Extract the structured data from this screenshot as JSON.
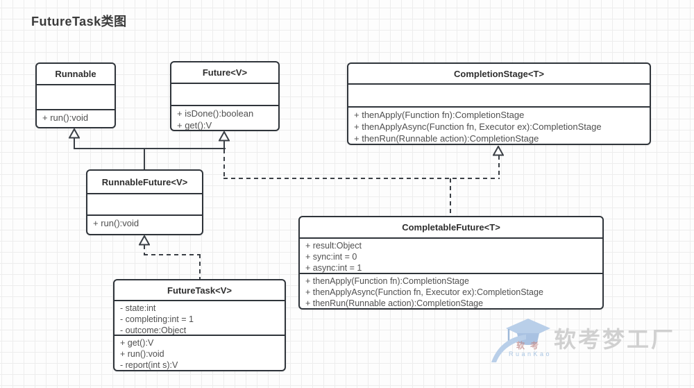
{
  "title": "FutureTask类图",
  "classes": [
    {
      "name": "Runnable",
      "attributes": [],
      "methods": [
        "+ run():void"
      ]
    },
    {
      "name": "Future<V>",
      "attributes": [],
      "methods": [
        "+ isDone():boolean",
        "+ get():V"
      ]
    },
    {
      "name": "CompletionStage<T>",
      "attributes": [],
      "methods": [
        "+ thenApply(Function fn):CompletionStage",
        "+ thenApplyAsync(Function fn, Executor ex):CompletionStage",
        "+ thenRun(Runnable action):CompletionStage"
      ]
    },
    {
      "name": "RunnableFuture<V>",
      "attributes": [],
      "methods": [
        "+ run():void"
      ]
    },
    {
      "name": "CompletableFuture<T>",
      "attributes": [
        "+ result:Object",
        "+ sync:int = 0",
        "+ async:int = 1"
      ],
      "methods": [
        "+ thenApply(Function fn):CompletionStage",
        "+ thenApplyAsync(Function fn, Executor ex):CompletionStage",
        "+ thenRun(Runnable action):CompletionStage"
      ]
    },
    {
      "name": "FutureTask<V>",
      "attributes": [
        "- state:int",
        "- completing:int = 1",
        "- outcome:Object"
      ],
      "methods": [
        "+ get():V",
        "+ run():void",
        "- report(int s):V"
      ]
    }
  ],
  "relationships": [
    {
      "from": "RunnableFuture<V>",
      "to": "Runnable",
      "type": "generalization",
      "line": "solid"
    },
    {
      "from": "RunnableFuture<V>",
      "to": "Future<V>",
      "type": "generalization",
      "line": "solid"
    },
    {
      "from": "CompletableFuture<T>",
      "to": "Future<V>",
      "type": "realization",
      "line": "dashed"
    },
    {
      "from": "CompletableFuture<T>",
      "to": "CompletionStage<T>",
      "type": "realization",
      "line": "dashed"
    },
    {
      "from": "FutureTask<V>",
      "to": "RunnableFuture<V>",
      "type": "realization",
      "line": "dashed"
    }
  ],
  "watermark": {
    "brand_cn": "软考",
    "brand_en": "RuanKao",
    "brand_full": "软考梦工厂"
  },
  "colors": {
    "box_border": "#2f343a",
    "line": "#3a3f45",
    "row_text": "#4f4f4f",
    "grid": "#ededed",
    "watermark_blue": "#b9cfe9",
    "watermark_gray": "#d0d0d0",
    "watermark_red": "#c08a8a"
  }
}
